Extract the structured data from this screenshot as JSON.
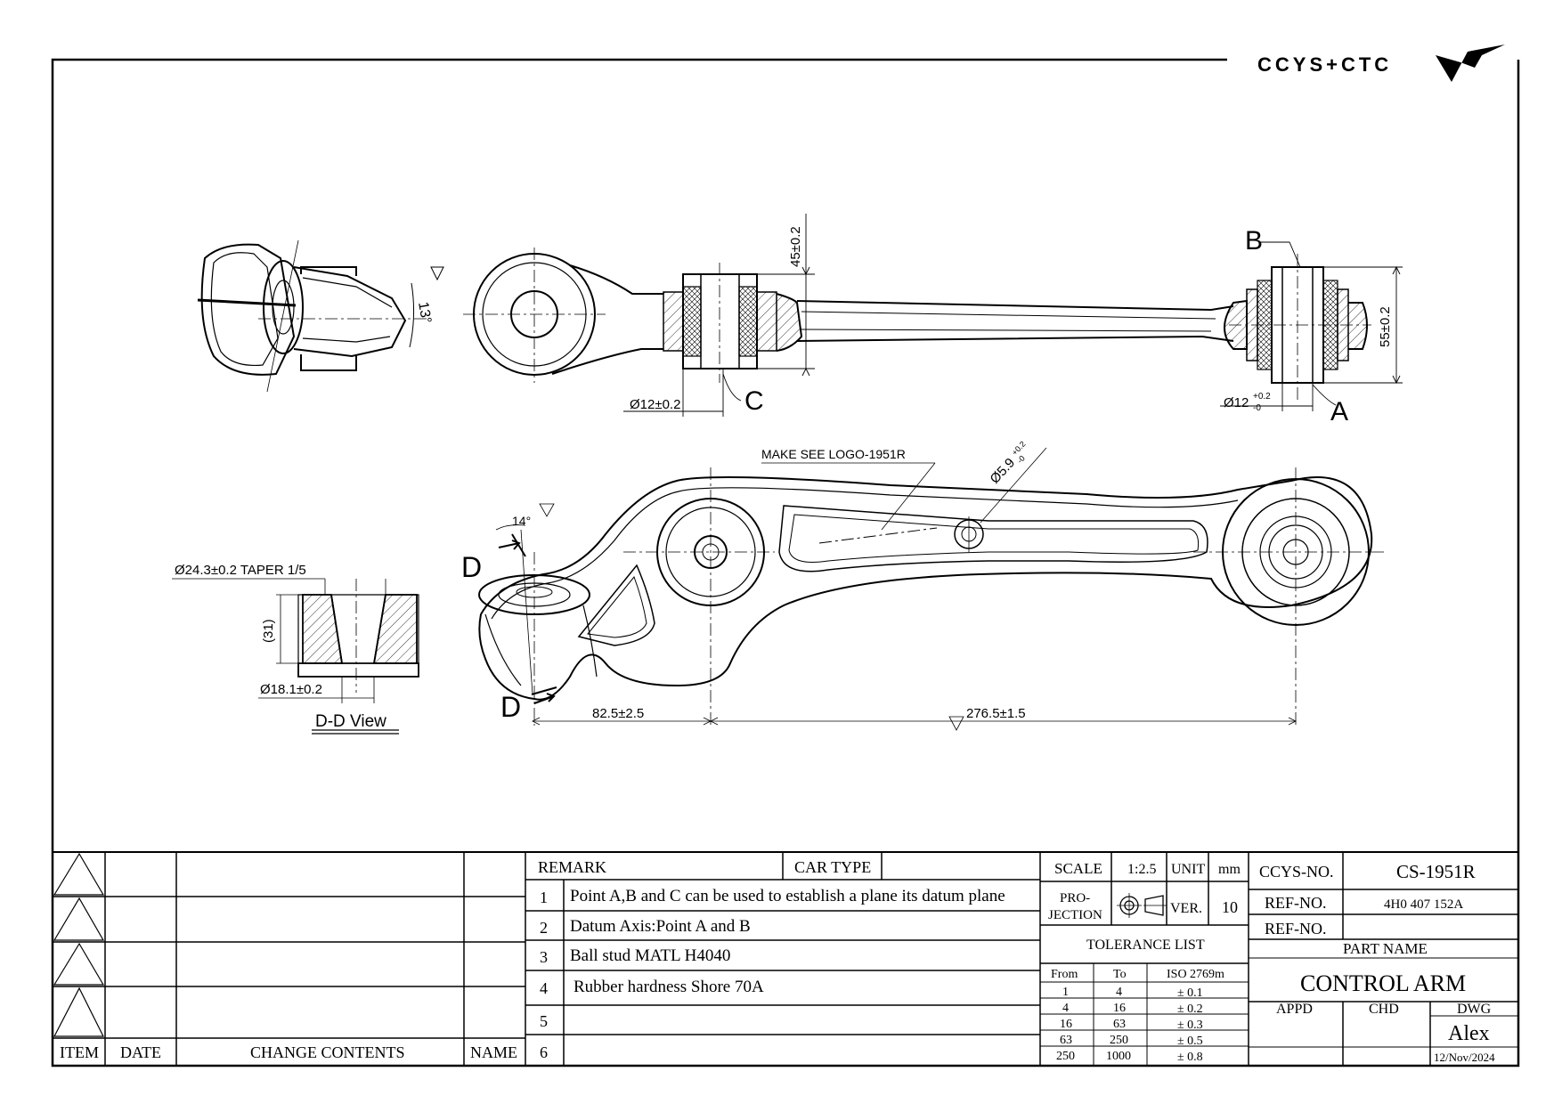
{
  "logo": {
    "text": "CCYS+CTC"
  },
  "views": {
    "dim_45": "45±0.2",
    "dim_55": "55±0.2",
    "dim_phi12_c": "Ø12±0.2",
    "dim_phi12_a": "Ø12",
    "dim_phi12_a_tol_upper": "+0.2",
    "dim_phi12_a_tol_lower": "-0",
    "label_a": "A",
    "label_b": "B",
    "label_c": "C",
    "label_d_top": "D",
    "label_d_bottom": "D",
    "angle_13": "13°",
    "angle_14": "14°",
    "logo_note": "MAKE SEE LOGO-1951R",
    "dim_phi59": "Ø5.9",
    "dim_phi59_tol_upper": "+0.2",
    "dim_phi59_tol_lower": "-0",
    "dim_825": "82.5±2.5",
    "dim_2765": "276.5±1.5",
    "dd_taper": "Ø24.3±0.2 TAPER 1/5",
    "dd_height": "(31)",
    "dd_bottom": "Ø18.1±0.2",
    "dd_title": "D-D View"
  },
  "title_block": {
    "revision_headers": [
      "ITEM",
      "DATE",
      "CHANGE CONTENTS",
      "NAME"
    ],
    "remark_label": "REMARK",
    "car_type_label": "CAR TYPE",
    "remarks": [
      {
        "num": "1",
        "text": "Point A,B and C can be used to establish a plane its datum plane"
      },
      {
        "num": "2",
        "text": "Datum Axis:Point A and B"
      },
      {
        "num": "3",
        "text": "Ball stud MATL H4040"
      },
      {
        "num": "4",
        "text": "Rubber hardness Shore 70A"
      },
      {
        "num": "5",
        "text": ""
      },
      {
        "num": "6",
        "text": ""
      }
    ],
    "scale_label": "SCALE",
    "scale_value": "1:2.5",
    "unit_label": "UNIT",
    "unit_value": "mm",
    "projection_label_1": "PRO-",
    "projection_label_2": "JECTION",
    "ver_label": "VER.",
    "ver_value": "10",
    "tolerance_title": "TOLERANCE LIST",
    "tol_headers": [
      "From",
      "To",
      "ISO 2769m"
    ],
    "tolerance_rows": [
      {
        "from": "1",
        "to": "4",
        "tol": "± 0.1"
      },
      {
        "from": "4",
        "to": "16",
        "tol": "± 0.2"
      },
      {
        "from": "16",
        "to": "63",
        "tol": "± 0.3"
      },
      {
        "from": "63",
        "to": "250",
        "tol": "± 0.5"
      },
      {
        "from": "250",
        "to": "1000",
        "tol": "± 0.8"
      }
    ],
    "ccys_no_label": "CCYS-NO.",
    "ccys_no_value": "CS-1951R",
    "ref_no_label": "REF-NO.",
    "ref_no_value": "4H0 407 152A",
    "ref_no2_label": "REF-NO.",
    "ref_no2_value": "",
    "part_name_label": "PART NAME",
    "part_name_value": "CONTROL ARM",
    "appd_label": "APPD",
    "chd_label": "CHD",
    "dwg_label": "DWG",
    "dwg_name": "Alex",
    "dwg_date": "12/Nov/2024"
  }
}
